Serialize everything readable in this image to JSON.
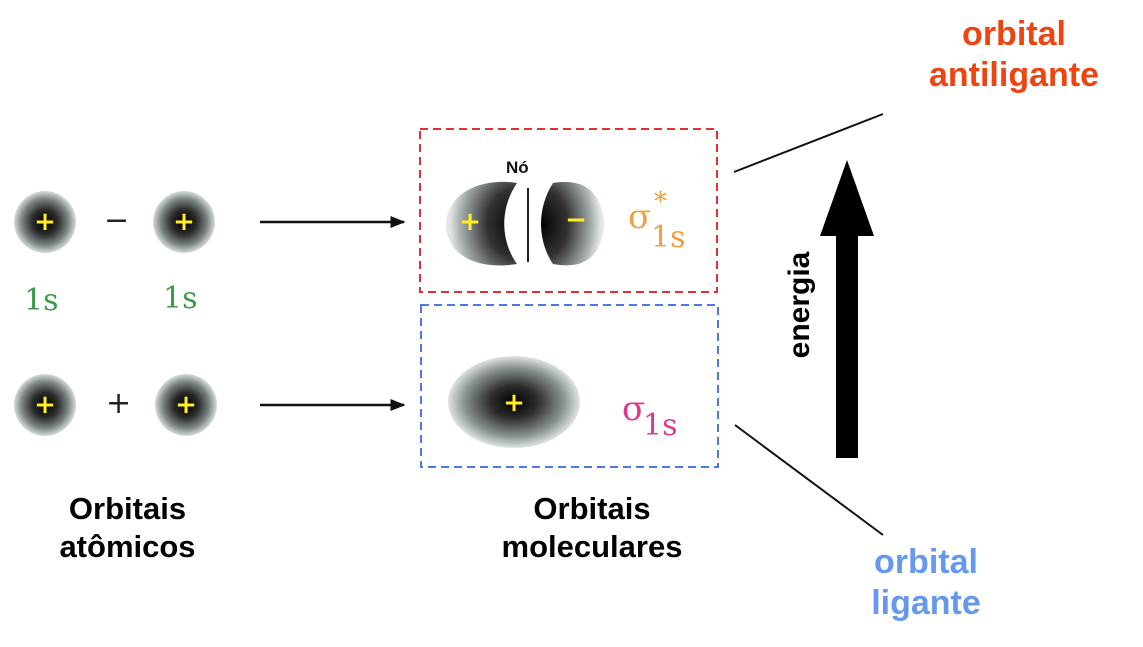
{
  "atomic": {
    "minus_op": "−",
    "plus_op": "+",
    "orbital_sign": "+",
    "label_left": "1s",
    "label_right": "1s",
    "caption_line1": "Orbitais",
    "caption_line2": "atômicos"
  },
  "molecular": {
    "node_label": "Nó",
    "antibonding_left_sign": "+",
    "antibonding_right_sign": "−",
    "bonding_sign": "+",
    "sigma": "σ",
    "star": "*",
    "subscript": "1s",
    "caption_line1": "Orbitais",
    "caption_line2": "moleculares"
  },
  "annotations": {
    "antibonding_line1": "orbital",
    "antibonding_line2": "antiligante",
    "bonding_line1": "orbital",
    "bonding_line2": "ligante",
    "energy": "energia"
  },
  "colors": {
    "antibonding_box": "#e53030",
    "bonding_box": "#4a78e6",
    "sigma_star": "#f0a040",
    "sigma_bonding": "#dd3b8a",
    "label_1s": "#3d9a4a",
    "antibonding_text": "#ee4411",
    "bonding_text": "#6699ee"
  }
}
